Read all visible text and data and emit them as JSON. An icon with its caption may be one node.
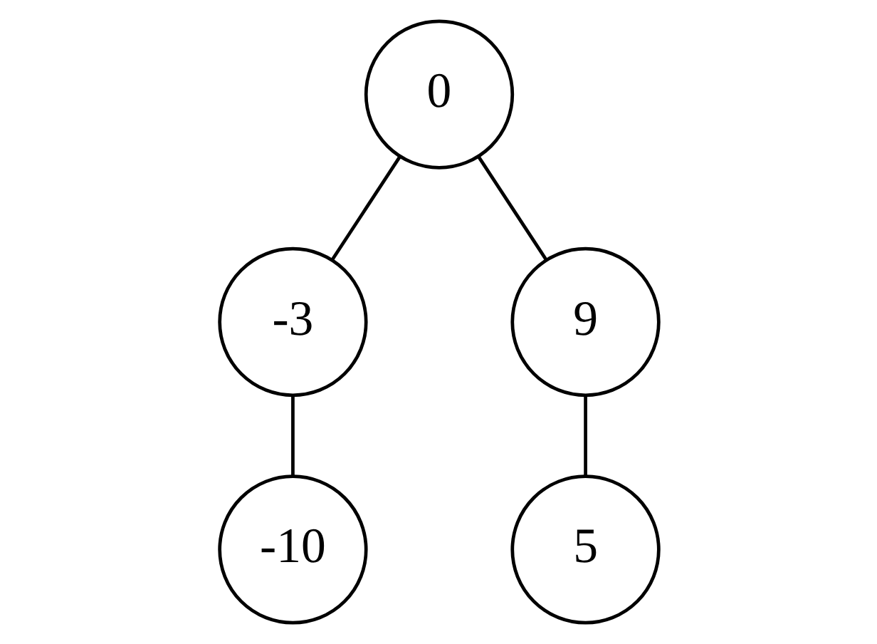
{
  "diagram": {
    "nodes": [
      {
        "text": [
          "0"
        ]
      },
      {
        "text": [
          "-3"
        ]
      },
      {
        "text": [
          "9"
        ]
      },
      {
        "text": [
          "-10"
        ]
      },
      {
        "text": [
          "5"
        ]
      }
    ],
    "edges": [
      {
        "from": 0,
        "to": 1,
        "arrow": "none"
      },
      {
        "from": 0,
        "to": 2,
        "arrow": "none"
      },
      {
        "from": 1,
        "to": 3,
        "arrow": "none"
      },
      {
        "from": 2,
        "to": 4,
        "arrow": "none"
      }
    ]
  }
}
